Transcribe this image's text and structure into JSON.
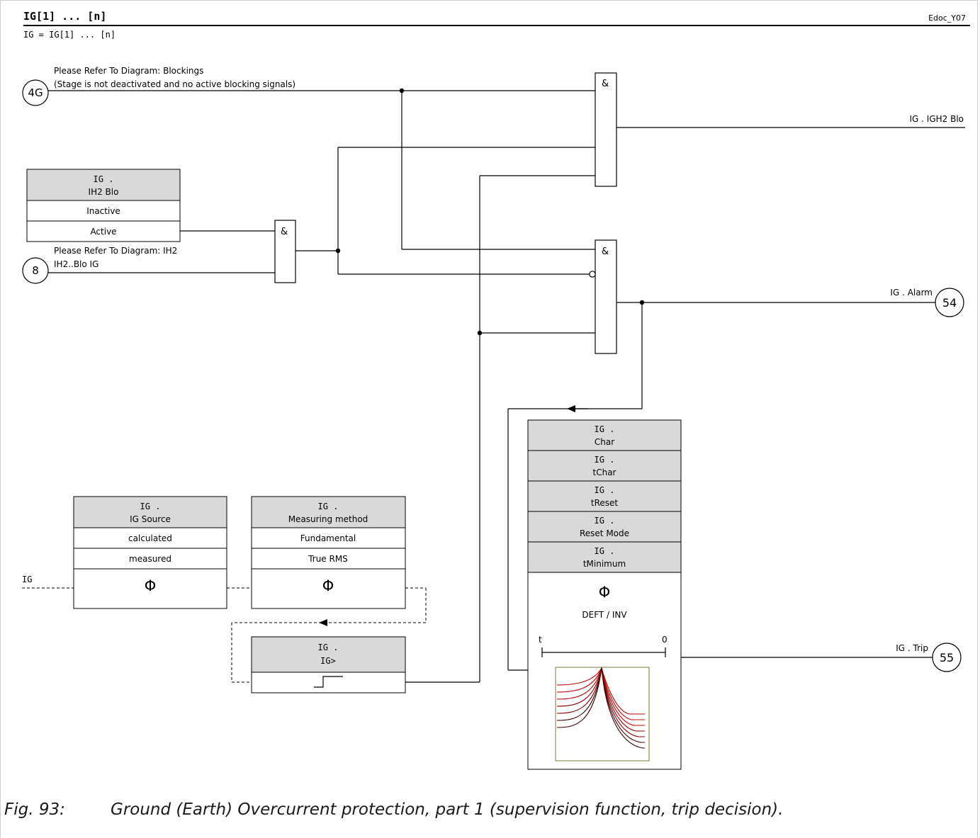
{
  "header": {
    "title": "IG[1] ... [n]",
    "doc_id": "Edoc_Y07",
    "subtitle": "IG = IG[1] ... [n]"
  },
  "inputs": {
    "blocking": {
      "ref": "4G",
      "line1": "Please Refer To Diagram: Blockings",
      "line2": "(Stage is not deactivated and no active blocking signals)"
    },
    "ih2": {
      "ref": "8",
      "line1": "Please Refer To Diagram: IH2",
      "line2": "IH2..Blo IG"
    },
    "ig_signal": "IG"
  },
  "param_ih2blo": {
    "line1": "IG .",
    "line2": "IH2 Blo",
    "opt1": "Inactive",
    "opt2": "Active"
  },
  "param_source": {
    "line1": "IG .",
    "line2": "IG Source",
    "opt1": "calculated",
    "opt2": "measured",
    "symbol": "Φ"
  },
  "param_method": {
    "line1": "IG .",
    "line2": "Measuring method",
    "opt1": "Fundamental",
    "opt2": "True RMS",
    "symbol": "Φ"
  },
  "param_threshold": {
    "line1": "IG .",
    "line2": "IG>"
  },
  "gates": {
    "and_symbol": "&"
  },
  "timer_block": {
    "params": [
      {
        "line1": "IG .",
        "line2": "Char"
      },
      {
        "line1": "IG .",
        "line2": "tChar"
      },
      {
        "line1": "IG .",
        "line2": "tReset"
      },
      {
        "line1": "IG .",
        "line2": "Reset Mode"
      },
      {
        "line1": "IG .",
        "line2": "tMinimum"
      }
    ],
    "symbol": "Φ",
    "mode_label": "DEFT / INV",
    "axis_t": "t",
    "axis_0": "0"
  },
  "outputs": {
    "igh2_blo": {
      "label": "IG . IGH2 Blo"
    },
    "alarm": {
      "label": "IG . Alarm",
      "ref": "54"
    },
    "trip": {
      "label": "IG . Trip",
      "ref": "55"
    }
  },
  "caption": {
    "number": "Fig. 93:",
    "text": "Ground (Earth) Overcurrent protection, part 1 (supervision function, trip decision)."
  },
  "colors": {
    "param_header": "#d9d9d9",
    "curve_red": "#c00000",
    "curve_dark": "#3a0000",
    "curve_box": "#7a7a3a",
    "line": "#000000"
  }
}
